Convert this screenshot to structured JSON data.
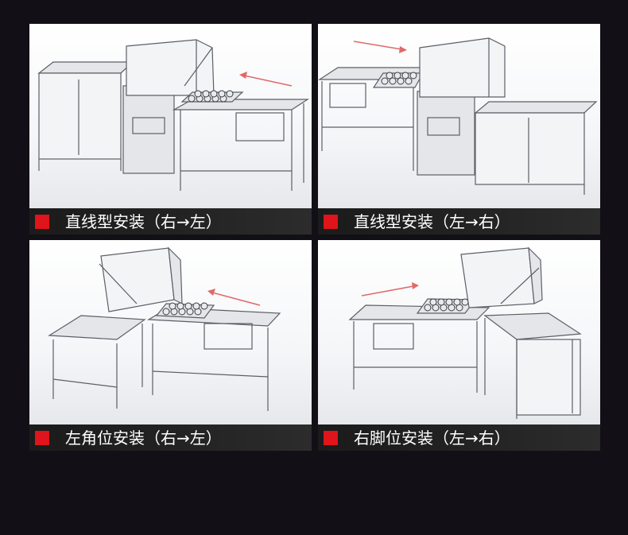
{
  "panels": [
    {
      "caption": "直线型安装（右→左）",
      "accent": "#e0141b",
      "direction": "right-to-left"
    },
    {
      "caption": "直线型安装（左→右）",
      "accent": "#e0141b",
      "direction": "left-to-right"
    },
    {
      "caption": "左角位安装（右→左）",
      "accent": "#e0141b",
      "direction": "right-to-left"
    },
    {
      "caption": "右脚位安装（左→右）",
      "accent": "#e0141b",
      "direction": "left-to-right"
    }
  ],
  "colors": {
    "background": "#121016",
    "caption_bar": "#222222",
    "arrow": "#e06a6a"
  }
}
